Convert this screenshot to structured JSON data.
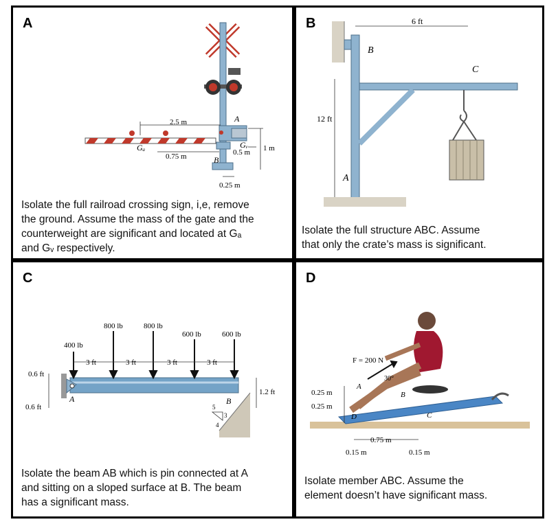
{
  "panels": {
    "A": {
      "label": "A",
      "caption_lines": [
        "Isolate the full railroad crossing sign, i,e, remove",
        "the ground.  Assume the mass of the gate and the",
        "counterweight are significant and located at Gₐ",
        "and Gᵥ respectively."
      ],
      "dims": {
        "d1": "2.5 m",
        "d2": "0.75 m",
        "d3": "0.5 m",
        "d4": "1 m",
        "d5": "0.25 m"
      },
      "points": {
        "Ga": "Gₐ",
        "Gw": "Gᵥ",
        "A": "A",
        "B": "B"
      }
    },
    "B": {
      "label": "B",
      "caption_lines": [
        "Isolate the full structure ABC. Assume",
        "that only the crate’s mass is significant."
      ],
      "dims": {
        "top": "6 ft",
        "height": "12 ft"
      },
      "points": {
        "A": "A",
        "B": "B",
        "C": "C"
      }
    },
    "C": {
      "label": "C",
      "caption_lines": [
        "Isolate the beam AB which is pin connected at A",
        "and sitting on a sloped surface at B.  The beam",
        "has a significant mass."
      ],
      "loads": [
        "400 lb",
        "800 lb",
        "800 lb",
        "600 lb",
        "600 lb"
      ],
      "spacings": [
        "3 ft",
        "3 ft",
        "3 ft",
        "3 ft"
      ],
      "dims": {
        "left_top": "0.6 ft",
        "left_bottom": "0.6 ft",
        "right": "1.2 ft"
      },
      "slope": {
        "a": "5",
        "b": "3",
        "c": "4"
      },
      "points": {
        "A": "A",
        "B": "B"
      }
    },
    "D": {
      "label": "D",
      "caption_lines": [
        "Isolate member ABC.  Assume the",
        "element doesn’t have significant mass."
      ],
      "force": "F = 200 N",
      "angle": "30°",
      "dims": {
        "h1": "0.25 m",
        "h2": "0.25 m",
        "w1": "0.75 m",
        "w2": "0.15 m",
        "w3": "0.15 m"
      },
      "points": {
        "A": "A",
        "B": "B",
        "C": "C",
        "D": "D"
      }
    }
  }
}
